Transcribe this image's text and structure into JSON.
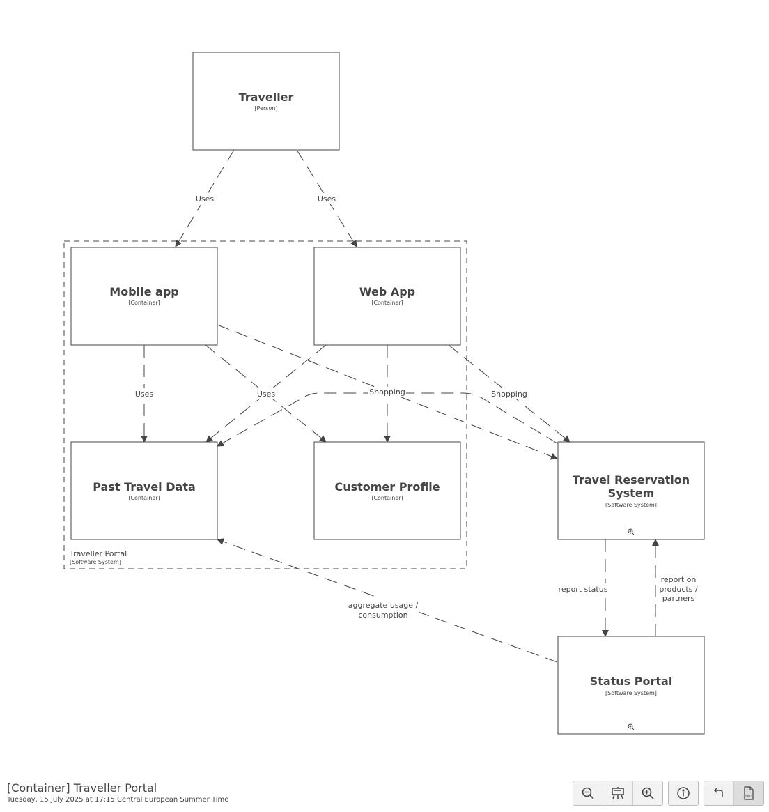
{
  "nodes": {
    "traveller": {
      "title": "Traveller",
      "type": "[Person]"
    },
    "mobile_app": {
      "title": "Mobile app",
      "type": "[Container]"
    },
    "web_app": {
      "title": "Web App",
      "type": "[Container]"
    },
    "past_travel_data": {
      "title": "Past Travel Data",
      "type": "[Container]"
    },
    "customer_profile": {
      "title": "Customer Profile",
      "type": "[Container]"
    },
    "travel_reservation": {
      "title_line1": "Travel Reservation",
      "title_line2": "System",
      "type": "[Software System]"
    },
    "status_portal": {
      "title": "Status Portal",
      "type": "[Software System]"
    }
  },
  "boundary": {
    "title": "Traveller Portal",
    "type": "[Software System]"
  },
  "edges": {
    "traveller_mobile": "Uses",
    "traveller_web": "Uses",
    "mobile_past": "Uses",
    "web_past": "Uses",
    "mobile_reservation": "Shopping",
    "web_reservation": "Shopping",
    "reservation_status": "report status",
    "status_reservation_line1": "report on",
    "status_reservation_line2": "products /",
    "status_reservation_line3": "partners",
    "status_past_line1": "aggregate usage /",
    "status_past_line2": "consumption"
  },
  "footer": {
    "title": "[Container] Traveller Portal",
    "date": "Tuesday, 15 July 2025 at 17:15 Central European Summer Time"
  },
  "toolbar": {
    "icons": [
      "zoom-out-icon",
      "fit-to-screen-icon",
      "zoom-in-icon",
      "info-icon",
      "undo-icon",
      "png-export-icon"
    ]
  }
}
